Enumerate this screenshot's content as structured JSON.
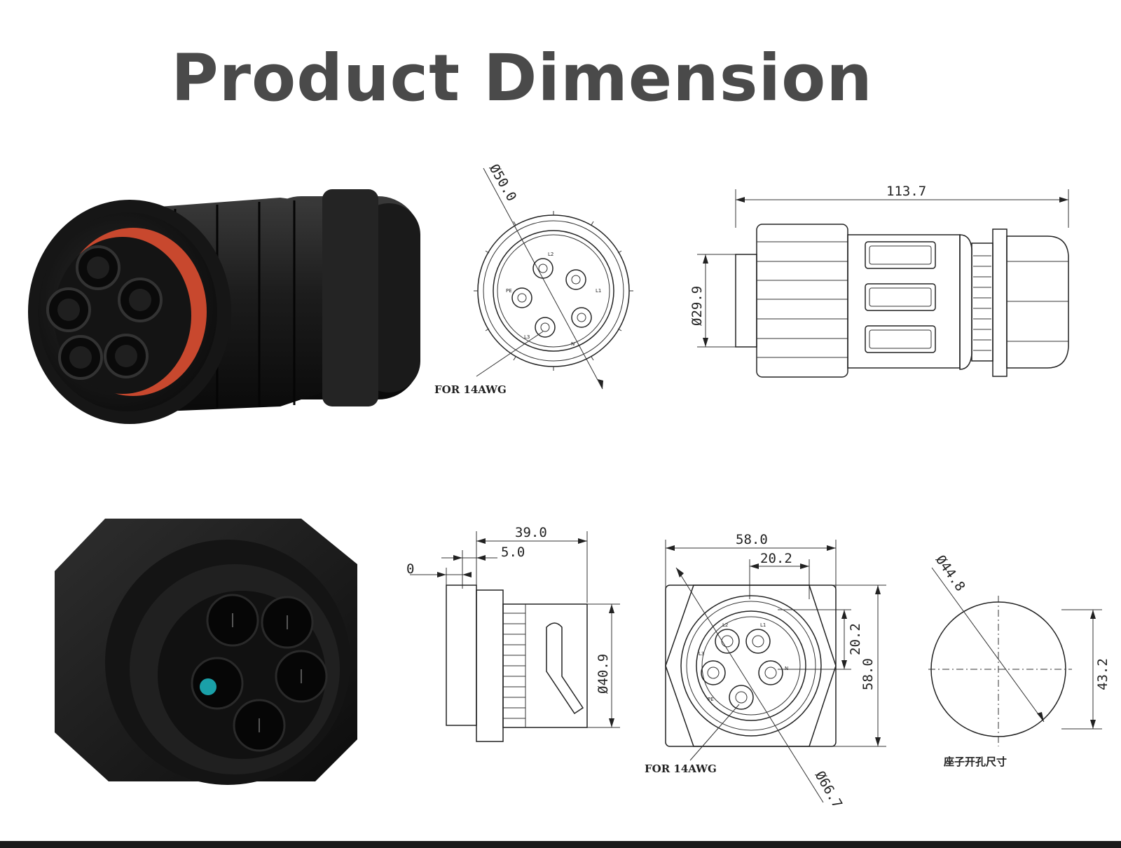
{
  "title": "Product Dimension",
  "plug_front": {
    "diameter": "Ø50.0",
    "note": "FOR 14AWG",
    "pins": [
      "L2",
      "PE",
      "L1",
      "L3",
      "N"
    ]
  },
  "plug_side": {
    "length": "113.7",
    "diameter": "Ø29.9"
  },
  "socket_side": {
    "depth": "39.0",
    "flange": "5.0",
    "offset": "0",
    "diameter": "Ø40.9"
  },
  "socket_front": {
    "width": "58.0",
    "pitch_h": "20.2",
    "pitch_v": "20.2",
    "height": "58.0",
    "diameter": "Ø66.7",
    "note": "FOR 14AWG",
    "pins": [
      "L2",
      "L1",
      "L3",
      "N",
      "PE"
    ]
  },
  "panel_cutout": {
    "diameter": "Ø44.8",
    "flat": "43.2",
    "caption": "座子开孔尺寸"
  }
}
